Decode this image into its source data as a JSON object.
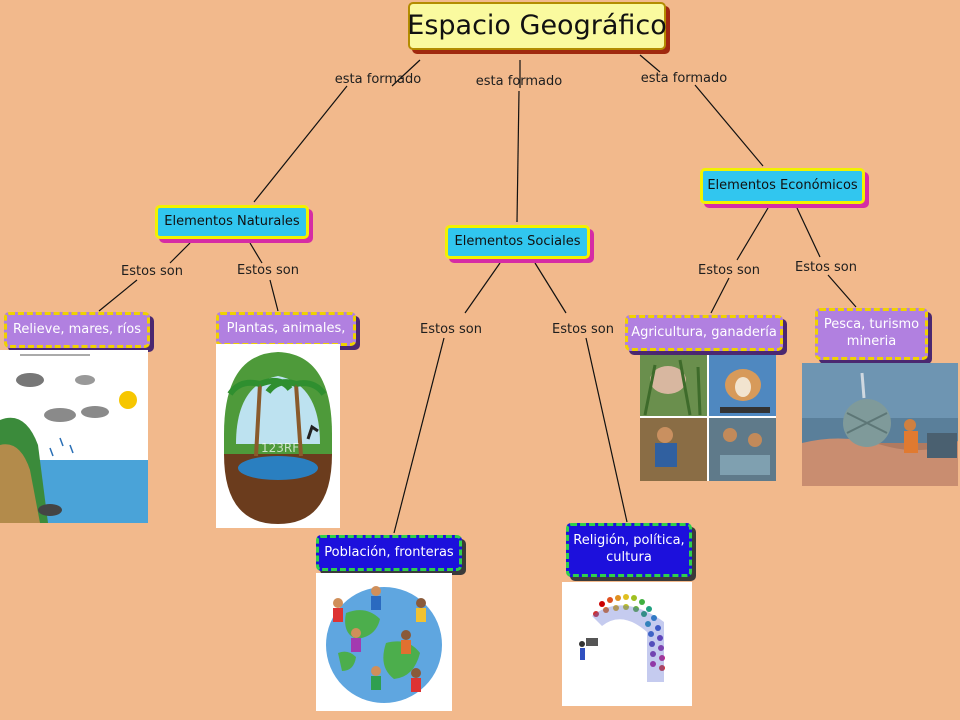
{
  "title": "Espacio Geográfico",
  "link_formado": "esta formado",
  "link_son": "Estos son",
  "elementos": {
    "naturales": "Elementos Naturales",
    "sociales": "Elementos Sociales",
    "economicos": "Elementos Económicos"
  },
  "items": {
    "relieve": "Relieve, mares, ríos",
    "plantas": "Plantas, animales,",
    "poblacion": "Población, fronteras",
    "religion": "Religión, política,\ncultura",
    "agricultura": "Agricultura, ganadería",
    "pesca": "Pesca, turismo\nmineria"
  },
  "watermark": "123RF",
  "colors": {
    "background": "#f2b98c",
    "root_box": "#fafa9f",
    "element_box": "#31c6ef",
    "item_box_lavender": "#b180e0",
    "item_box_blue": "#1c10dc"
  }
}
